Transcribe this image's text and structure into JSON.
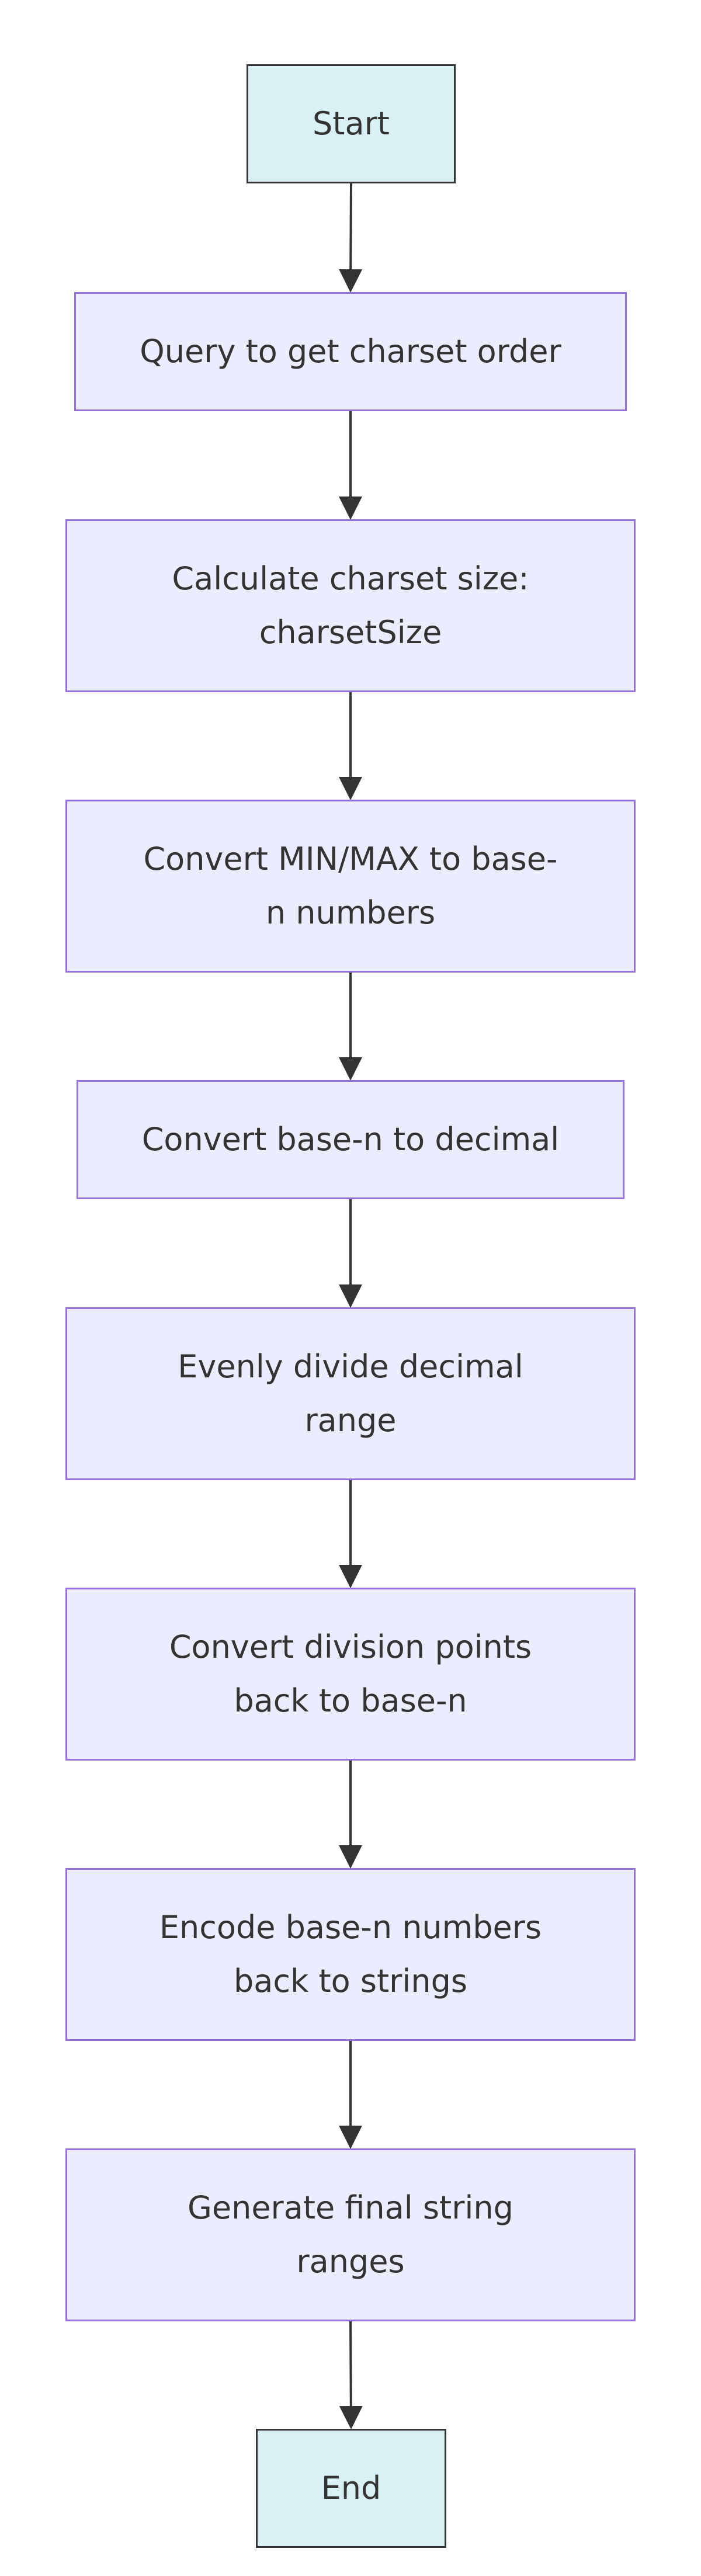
{
  "colors": {
    "process_fill": "#ECECFF",
    "process_border": "#9370DB",
    "terminal_fill": "#D9F0F5",
    "terminal_border": "#333333",
    "edge": "#333333",
    "text": "#333333"
  },
  "nodes": {
    "start": {
      "label": "Start"
    },
    "query_charset": {
      "label": "Query to get charset order"
    },
    "calc_size": {
      "label": "Calculate charset size: charsetSize"
    },
    "convert_minmax": {
      "label": "Convert MIN/MAX to base-n numbers"
    },
    "convert_decimal": {
      "label": "Convert base-n to decimal"
    },
    "divide_range": {
      "label": "Evenly divide decimal range"
    },
    "convert_points": {
      "label": "Convert division points back to base-n"
    },
    "encode_strings": {
      "label": "Encode base-n numbers back to strings"
    },
    "generate_ranges": {
      "label": "Generate final string ranges"
    },
    "end": {
      "label": "End"
    }
  },
  "edges": [
    [
      "start",
      "query_charset"
    ],
    [
      "query_charset",
      "calc_size"
    ],
    [
      "calc_size",
      "convert_minmax"
    ],
    [
      "convert_minmax",
      "convert_decimal"
    ],
    [
      "convert_decimal",
      "divide_range"
    ],
    [
      "divide_range",
      "convert_points"
    ],
    [
      "convert_points",
      "encode_strings"
    ],
    [
      "encode_strings",
      "generate_ranges"
    ],
    [
      "generate_ranges",
      "end"
    ]
  ]
}
